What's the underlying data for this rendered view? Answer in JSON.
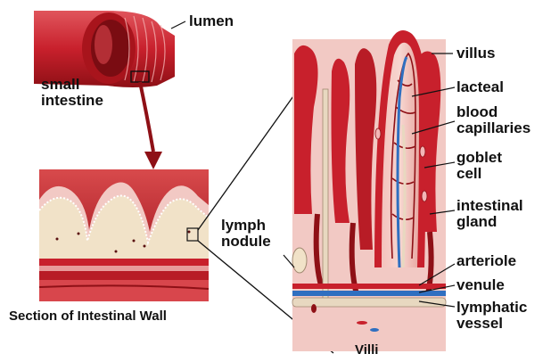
{
  "labels": {
    "lumen": "lumen",
    "small_intestine_1": "small",
    "small_intestine_2": "intestine",
    "wall_caption": "Section of Intestinal Wall",
    "lymph_nodule_1": "lymph",
    "lymph_nodule_2": "nodule",
    "villus": "villus",
    "lacteal": "lacteal",
    "blood_capillaries_1": "blood",
    "blood_capillaries_2": "capillaries",
    "goblet_cell_1": "goblet",
    "goblet_cell_2": "cell",
    "intestinal_gland_1": "intestinal",
    "intestinal_gland_2": "gland",
    "arteriole": "arteriole",
    "venule": "venule",
    "lymphatic_vessel_1": "lymphatic",
    "lymphatic_vessel_2": "vessel",
    "villi_caption": "Villi"
  },
  "colors": {
    "tissue_red": "#c8202c",
    "tissue_dark": "#8e1016",
    "tissue_light": "#e6898c",
    "pink_bg": "#f2c9c4",
    "cream": "#f1e2c8",
    "vein_blue": "#2f6fc0",
    "lymph_tan": "#e8d8c0"
  }
}
